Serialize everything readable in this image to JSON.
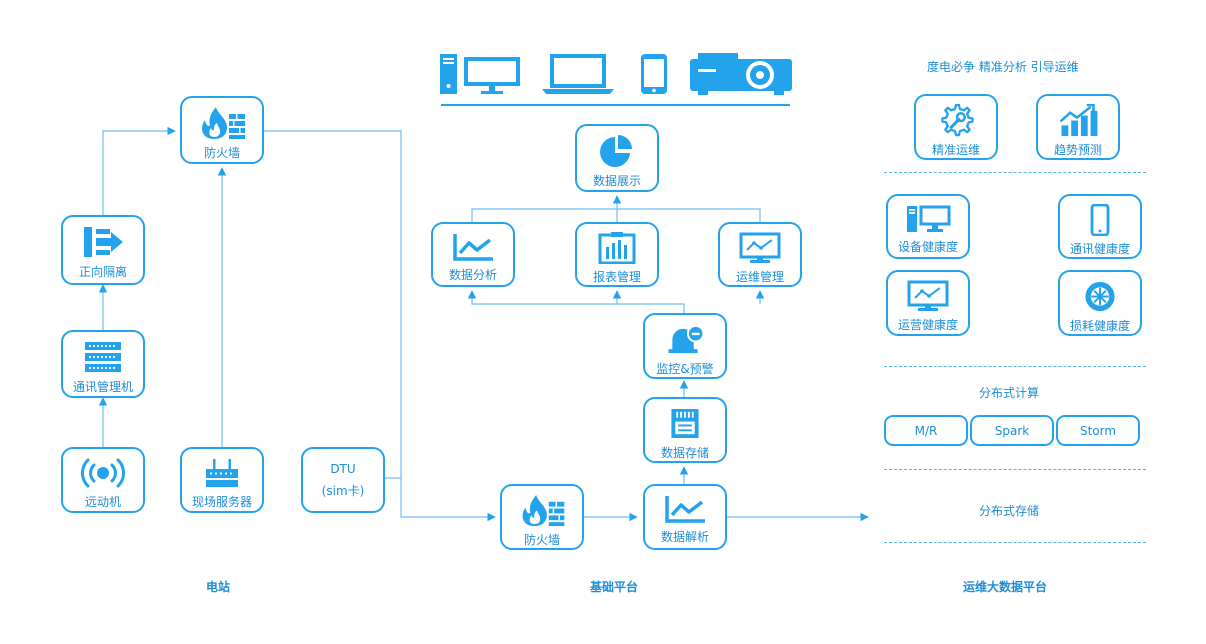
{
  "station": {
    "firewall": "防火墙",
    "forward_isolation": "正向隔离",
    "comm_manager": "通讯管理机",
    "remote_unit": "远动机",
    "field_server": "现场服务器",
    "dtu_line1": "DTU",
    "dtu_line2": "(sim卡)",
    "section_label": "电站"
  },
  "platform": {
    "data_display": "数据展示",
    "data_analysis": "数据分析",
    "report_mgmt": "报表管理",
    "ops_mgmt": "运维管理",
    "monitor_alarm": "监控&预警",
    "data_storage": "数据存储",
    "data_parsing": "数据解析",
    "firewall": "防火墙",
    "section_label": "基础平台"
  },
  "bigdata": {
    "slogan": "度电必争 精准分析 引导运维",
    "precise_ops": "精准运维",
    "trend_forecast": "趋势预测",
    "device_health": "设备健康度",
    "comm_health": "通讯健康度",
    "operation_health": "运营健康度",
    "loss_health": "损耗健康度",
    "distributed_compute": "分布式计算",
    "compute_items": [
      "M/R",
      "Spark",
      "Storm"
    ],
    "distributed_storage": "分布式存储",
    "section_label": "运维大数据平台"
  },
  "colors": {
    "primary": "#23a3eb",
    "line": "#5db8ee",
    "text": "#1d8ed5"
  }
}
